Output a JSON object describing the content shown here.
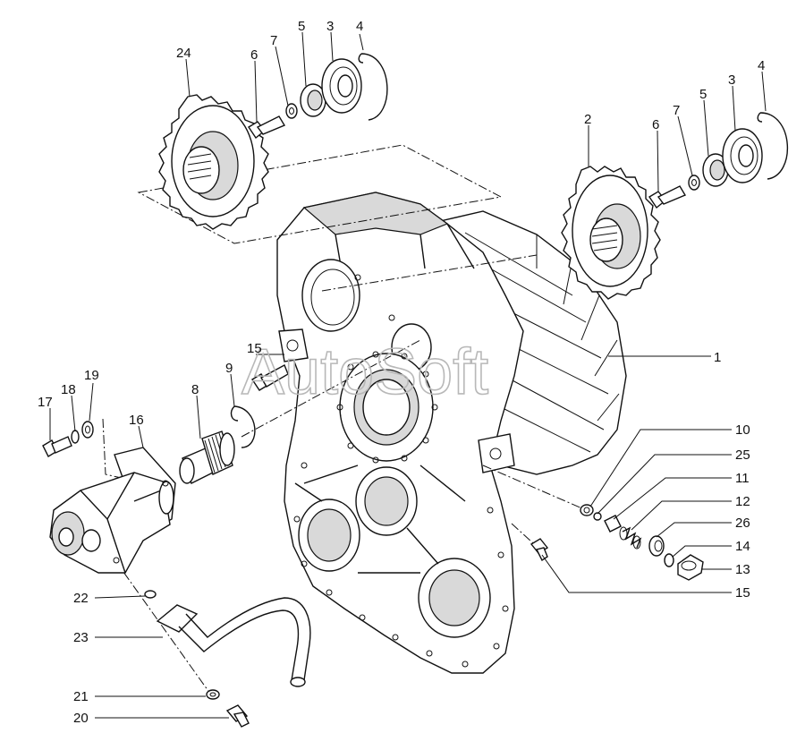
{
  "watermark": "AutoSoft",
  "callouts": {
    "c1": "1",
    "c2": "2",
    "c3a": "3",
    "c3b": "3",
    "c4a": "4",
    "c4b": "4",
    "c5a": "5",
    "c5b": "5",
    "c6a": "6",
    "c6b": "6",
    "c7a": "7",
    "c7b": "7",
    "c8": "8",
    "c9": "9",
    "c10": "10",
    "c11": "11",
    "c12": "12",
    "c13": "13",
    "c14": "14",
    "c15a": "15",
    "c15b": "15",
    "c16": "16",
    "c17": "17",
    "c18": "18",
    "c19": "19",
    "c20": "20",
    "c21": "21",
    "c22": "22",
    "c23": "23",
    "c24": "24",
    "c25": "25",
    "c26": "26"
  }
}
